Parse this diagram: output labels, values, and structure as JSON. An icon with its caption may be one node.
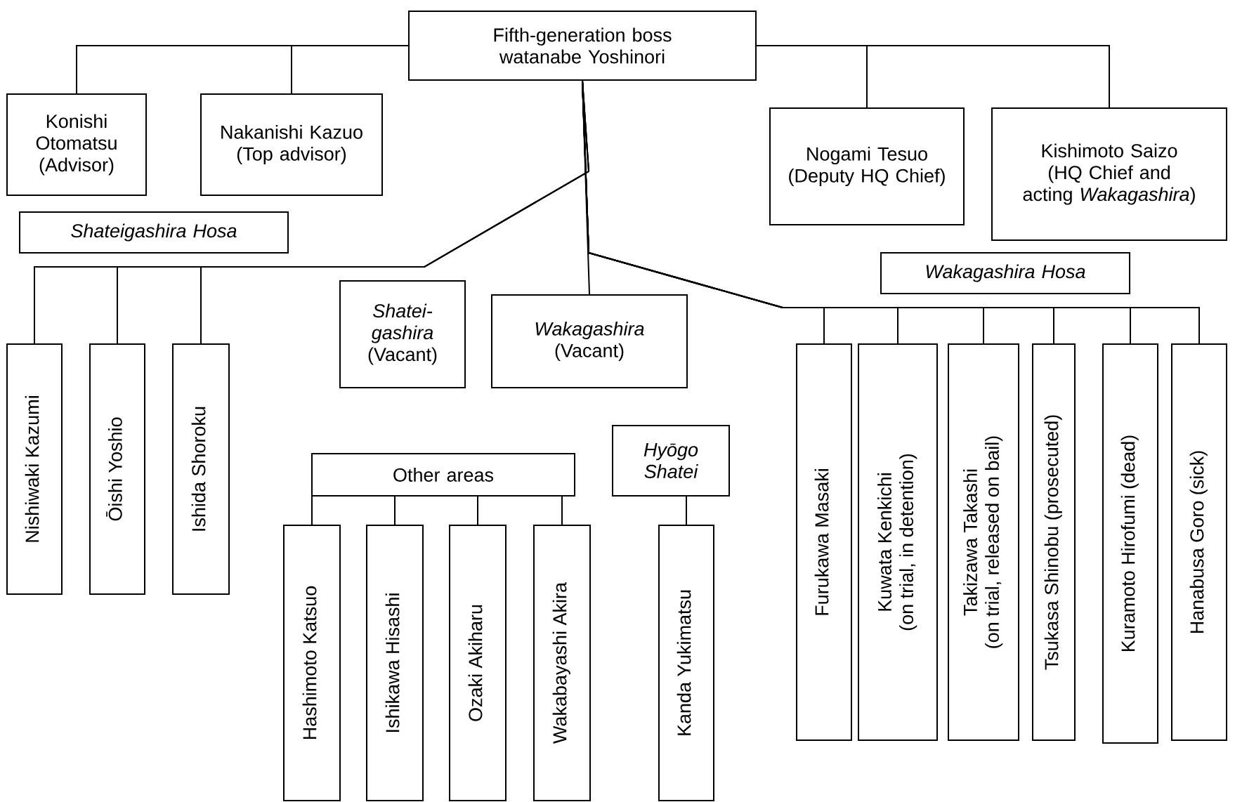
{
  "diagram": {
    "nodes": [
      {
        "text": [
          "Fifth-generation boss watanabe Yoshinori"
        ]
      },
      {
        "text": [
          "Konishi Otomatsu (Advisor)"
        ]
      },
      {
        "text": [
          "Nakanishi Kazuo (Top advisor)"
        ]
      },
      {
        "text": [
          "Nogami Tesuo (Deputy HQ Chief)"
        ]
      },
      {
        "text": [
          "Kishimoto Saizo (HQ Chief and acting *Wakagashira*)"
        ]
      },
      {
        "text": [
          "Shateigashira Hosa"
        ]
      },
      {
        "text": [
          "Shatei-gashira",
          "(Vacant)"
        ]
      },
      {
        "text": [
          "Wakagashira",
          "(Vacant)"
        ]
      },
      {
        "text": [
          "Wakagashira Hosa"
        ]
      },
      {
        "text": [
          "Nishiwaki Kazumi"
        ]
      },
      {
        "text": [
          "Ōishi Yoshio"
        ]
      },
      {
        "text": [
          "Ishida Shoroku"
        ]
      },
      {
        "text": [
          "Furukawa Masaki"
        ]
      },
      {
        "text": [
          "Kuwata Kenkichi",
          "(on trial, in detention)"
        ]
      },
      {
        "text": [
          "Takizawa Takashi",
          "(on trial, released on bail)"
        ]
      },
      {
        "text": [
          "Tsukasa Shinobu (prosecuted)"
        ]
      },
      {
        "text": [
          "Kuramoto Hirofumi (dead)"
        ]
      },
      {
        "text": [
          "Hanabusa Goro (sick)"
        ]
      },
      {
        "text": [
          "Other areas"
        ]
      },
      {
        "text": [
          "Hashimoto Katsuo"
        ]
      },
      {
        "text": [
          "Ishikawa Hisashi"
        ]
      },
      {
        "text": [
          "Ozaki Akiharu"
        ]
      },
      {
        "text": [
          "Wakabayashi Akira"
        ]
      },
      {
        "text": [
          "Hyōgo Shatei"
        ]
      },
      {
        "text": [
          "Kanda Yukimatsu"
        ]
      }
    ],
    "edges": [
      {
        "from": 0,
        "to": 1,
        "arrow": "none"
      },
      {
        "from": 0,
        "to": 2,
        "arrow": "none"
      },
      {
        "from": 0,
        "to": 3,
        "arrow": "none"
      },
      {
        "from": 0,
        "to": 4,
        "arrow": "none"
      },
      {
        "from": 0,
        "to": 7,
        "arrow": "none"
      },
      {
        "from": 0,
        "to": 9,
        "arrow": "none"
      },
      {
        "from": 0,
        "to": 10,
        "arrow": "none"
      },
      {
        "from": 0,
        "to": 11,
        "arrow": "none"
      },
      {
        "from": 0,
        "to": 12,
        "arrow": "none"
      },
      {
        "from": 0,
        "to": 13,
        "arrow": "none"
      },
      {
        "from": 0,
        "to": 14,
        "arrow": "none"
      },
      {
        "from": 0,
        "to": 15,
        "arrow": "none"
      },
      {
        "from": 0,
        "to": 16,
        "arrow": "none"
      },
      {
        "from": 0,
        "to": 17,
        "arrow": "none"
      },
      {
        "from": 18,
        "to": 19,
        "arrow": "none"
      },
      {
        "from": 18,
        "to": 20,
        "arrow": "none"
      },
      {
        "from": 18,
        "to": 21,
        "arrow": "none"
      },
      {
        "from": 18,
        "to": 22,
        "arrow": "none"
      },
      {
        "from": 23,
        "to": 24,
        "arrow": "none"
      }
    ]
  }
}
